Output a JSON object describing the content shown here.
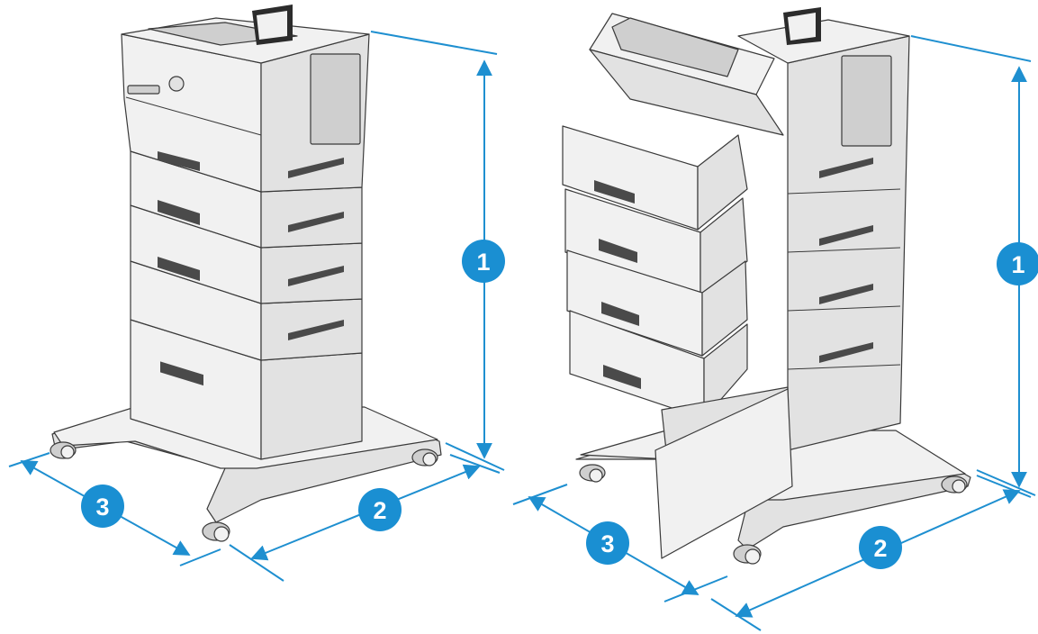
{
  "colors": {
    "dimension": "#1e8fd0",
    "badge": "#1a8fd2",
    "outline": "#3a3a3a",
    "body_light": "#f1f1f1",
    "body_mid": "#e2e2e2",
    "body_dark": "#cfcfcf",
    "handle": "#4a4a4a",
    "panel_dark": "#2c2c2c"
  },
  "left_printer": {
    "view": "closed",
    "callouts": [
      {
        "number": "1",
        "dimension": "height"
      },
      {
        "number": "2",
        "dimension": "width"
      },
      {
        "number": "3",
        "dimension": "depth"
      }
    ]
  },
  "right_printer": {
    "view": "open",
    "callouts": [
      {
        "number": "1",
        "dimension": "height"
      },
      {
        "number": "2",
        "dimension": "width"
      },
      {
        "number": "3",
        "dimension": "depth"
      }
    ]
  }
}
